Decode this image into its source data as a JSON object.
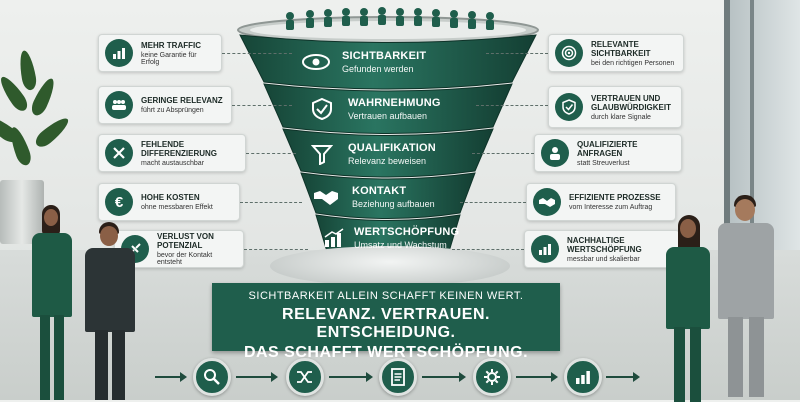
{
  "funnel_tiers": [
    {
      "title": "SICHTBARKEIT",
      "subtitle": "Gefunden werden",
      "icon": "eye-icon"
    },
    {
      "title": "WAHRNEHMUNG",
      "subtitle": "Vertrauen aufbauen",
      "icon": "shield-check-icon"
    },
    {
      "title": "QUALIFIKATION",
      "subtitle": "Relevanz beweisen",
      "icon": "filter-icon"
    },
    {
      "title": "KONTAKT",
      "subtitle": "Beziehung aufbauen",
      "icon": "handshake-icon"
    },
    {
      "title": "WERTSCHÖPFUNG",
      "subtitle": "Umsatz und Wachstum",
      "icon": "growth-chart-icon"
    }
  ],
  "left_cards": [
    {
      "title": "MEHR TRAFFIC",
      "subtitle": "keine Garantie für Erfolg",
      "icon": "bar-chart-icon"
    },
    {
      "title": "GERINGE RELEVANZ",
      "subtitle": "führt zu Absprüngen",
      "icon": "people-icon"
    },
    {
      "title": "FEHLENDE DIFFERENZIERUNG",
      "subtitle": "macht austauschbar",
      "icon": "cross-icon"
    },
    {
      "title": "HOHE KOSTEN",
      "subtitle": "ohne messbaren Effekt",
      "icon": "euro-icon"
    },
    {
      "title": "VERLUST VON POTENZIAL",
      "subtitle": "bevor der Kontakt entsteht",
      "icon": "broken-link-icon"
    }
  ],
  "right_cards": [
    {
      "title": "RELEVANTE SICHTBARKEIT",
      "subtitle": "bei den richtigen Personen",
      "icon": "target-icon"
    },
    {
      "title": "VERTRAUEN UND GLAUBWÜRDIGKEIT",
      "subtitle": "durch klare Signale",
      "icon": "shield-check-icon"
    },
    {
      "title": "QUALIFIZIERTE ANFRAGEN",
      "subtitle": "statt Streuverlust",
      "icon": "person-icon"
    },
    {
      "title": "EFFIZIENTE PROZESSE",
      "subtitle": "vom Interesse zum Auftrag",
      "icon": "handshake-icon"
    },
    {
      "title": "NACHHALTIGE WERTSCHÖPFUNG",
      "subtitle": "messbar und skalierbar",
      "icon": "growth-chart-icon"
    }
  ],
  "banner": {
    "line1": "SICHTBARKEIT ALLEIN SCHAFFT KEINEN WERT.",
    "line2": "RELEVANZ. VERTRAUEN. ENTSCHEIDUNG.",
    "line3": "DAS SCHAFFT WERTSCHÖPFUNG."
  },
  "process_icons": [
    "search-icon",
    "shuffle-icon",
    "document-icon",
    "gear-icon",
    "bar-chart-icon"
  ],
  "colors": {
    "primary": "#1f5e4c",
    "funnel_dark": "#1a4f40",
    "funnel_light": "#2b7460",
    "bg": "#e7eae8"
  }
}
